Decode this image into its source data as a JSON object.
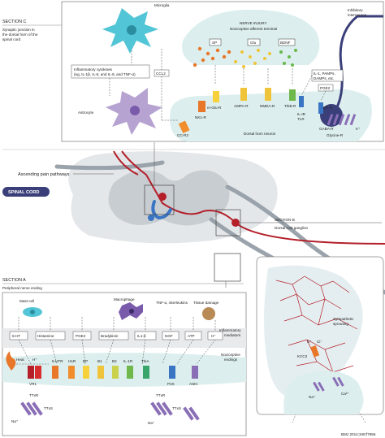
{
  "section_c": {
    "title": "SECTION C",
    "subtitle_line1": "Synaptic junction in",
    "subtitle_line2": "the dorsal horn of the",
    "subtitle_line3": "spinal cord",
    "microglia": "Microglia",
    "nerve_injury": "NERVE INJURY",
    "nociceptive_afferent_terminal": "Nociceptive afferent terminal",
    "inhibitory_line1": "Inhibitory",
    "inhibitory_line2": "interneuron",
    "sp": "SP",
    "glu": "Glu",
    "bdnf": "BDNF",
    "cytokines_line1": "Inflammatory cytokines",
    "cytokines_line2": "(eg, IL-1β, IL-6, and IL-8, and TNF-α)",
    "ccl2": "CCL2",
    "il1_line1": "IL-1, PAMPs,",
    "il1_line2": "DAMPs, etc.",
    "pge2": "PGE2",
    "mglu_r": "m-Glu-R",
    "ampa_r": "AMPA-R",
    "nmda_r": "NMDA-R",
    "trkb_r": "TrkB-R",
    "il1r": "IL-IR",
    "tlr": "TLR",
    "ep_r": "EP-R",
    "gaba_r": "GABA-R",
    "glycine_r": "Glycine-R",
    "nk1_r": "NK1-R",
    "cc_r2": "CC-R2",
    "astrocyte": "Astrocyte",
    "dorsal_horn_neuron": "Dorsal horn neuron",
    "k_ion": "K⁺"
  },
  "middle": {
    "ascending_pain_pathways": "Ascending pain pathways",
    "spinal_cord": "SPINAL CORD",
    "section_b_title": "SECTION B",
    "section_b_subtitle": "Dorsal root ganglion"
  },
  "section_b_panel": {
    "sympathetic_line1": "Sympathetic",
    "sympathetic_line2": "sprouting",
    "kcc2": "KCC2",
    "k_ion": "K⁺",
    "cl_ion": "Cl⁻",
    "na_ion": "Na⁺",
    "ca_ion": "Ca²⁺"
  },
  "section_a": {
    "title": "SECTION A",
    "subtitle": "Peripheral nerve ending",
    "mast_cell": "Mast cell",
    "macrophage": "Macrophage",
    "tnf": "TNF-α, interleukins",
    "tissue_damage": "Tissue damage",
    "heat": "Heat",
    "inflammatory_mediators_line1": "Inflammatory",
    "inflammatory_mediators_line2": "mediators",
    "nociceptive_endings_line1": "Nociceptive",
    "nociceptive_endings_line2": "endings",
    "mediators": [
      "5-HT",
      "Histamine",
      "PGE2",
      "Bradykinin",
      "IL1-β",
      "NGF",
      "ATP",
      "H⁺"
    ],
    "receptors": [
      "5-HTR",
      "H1R",
      "EP",
      "B1",
      "B2",
      "IL-1R",
      "TrkA",
      "P2X",
      "ASIC"
    ],
    "vr1": "VR1",
    "h_ion": "H⁺",
    "ttxr_left": "TTxR",
    "ttxs_left": "TTxS",
    "na_left": "Na⁺",
    "ttxr_right": "TTxR",
    "ttxs_right": "TTxS",
    "na_right": "Na⁺"
  },
  "credit": "BMJ 2014;348:f7656",
  "colors": {
    "navy": "#3a3f7a",
    "crimson": "#b41f2a",
    "teal_light": "#dcefee",
    "microglia": "#52c5d6",
    "astrocyte": "#b7a3d1",
    "purple": "#7a5bab",
    "orange": "#e8772a",
    "yellow": "#f0c43a",
    "green": "#69b94a",
    "receptor_red": "#d62e2e",
    "receptor_orange": "#f28d2c",
    "receptor_yellow": "#f7d13c",
    "receptor_green": "#6fb84b",
    "receptor_blue": "#3a75c4",
    "receptor_purple": "#8a6fb7"
  }
}
